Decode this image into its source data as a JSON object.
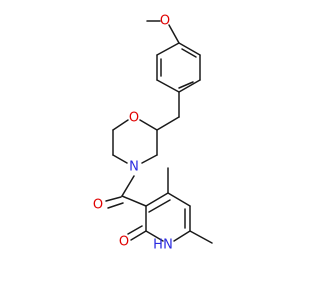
{
  "molecule": {
    "atoms": [
      {
        "id": "o_methoxy",
        "symbol": "O",
        "label": "O",
        "color": "#e00000"
      },
      {
        "id": "o_ring",
        "symbol": "O",
        "label": "O",
        "color": "#e00000"
      },
      {
        "id": "n_morpholine",
        "symbol": "N",
        "label": "N",
        "color": "#2a2ae0"
      },
      {
        "id": "o_carbonyl",
        "symbol": "O",
        "label": "O",
        "color": "#e00000"
      },
      {
        "id": "o_oxo",
        "symbol": "O",
        "label": "O",
        "color": "#e00000"
      },
      {
        "id": "n_pyridinone",
        "symbol": "N",
        "label": "N",
        "color": "#2a2ae0"
      },
      {
        "id": "h_pyridinone",
        "symbol": "H",
        "label": "H",
        "color": "#2a2ae0"
      }
    ],
    "colors": {
      "bond": "#1a1a1a",
      "oxygen": "#e00000",
      "nitrogen": "#2a2ae0"
    }
  }
}
